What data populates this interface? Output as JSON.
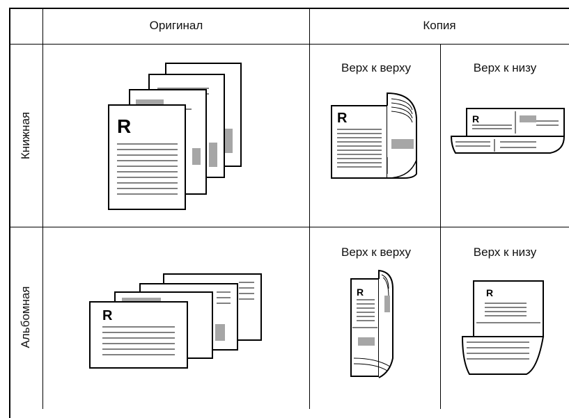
{
  "header": {
    "original_label": "Оригинал",
    "copy_label": "Копия"
  },
  "rows": {
    "portrait": {
      "label": "Книжная",
      "top_to_top": "Верх к верху",
      "top_to_bottom": "Верх к низу"
    },
    "landscape": {
      "label": "Альбомная",
      "top_to_top": "Верх к верху",
      "top_to_bottom": "Верх к низу"
    }
  },
  "page_letter": "R",
  "colors": {
    "line": "#000000",
    "shade": "#a6a6a6",
    "paper": "#ffffff"
  }
}
